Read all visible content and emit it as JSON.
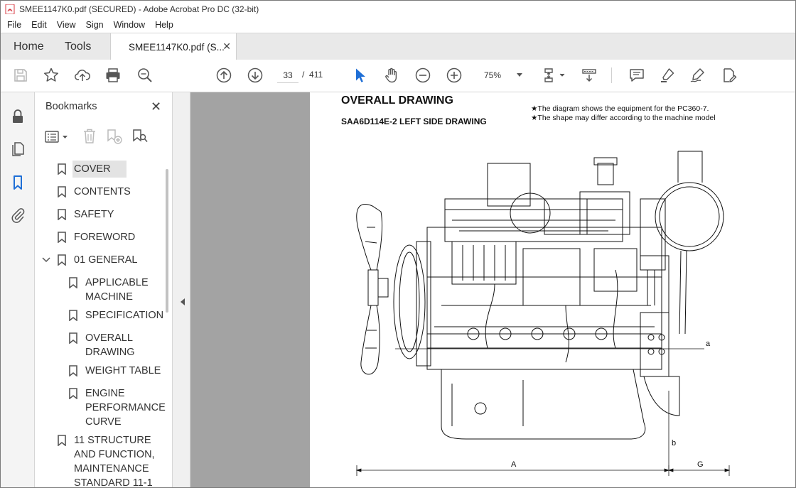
{
  "window": {
    "title": "SMEE1147K0.pdf (SECURED) - Adobe Acrobat Pro DC (32-bit)"
  },
  "menu": [
    "File",
    "Edit",
    "View",
    "Sign",
    "Window",
    "Help"
  ],
  "tabs": {
    "home": "Home",
    "tools": "Tools",
    "document": "SMEE1147K0.pdf (S...",
    "close_glyph": "✕"
  },
  "toolbar": {
    "current_page": "33",
    "page_separator": "/",
    "total_pages": "411",
    "zoom": "75%",
    "icons": [
      "save-icon",
      "bookmark-star-icon",
      "upload-icon",
      "print-icon",
      "find-icon",
      "prev-page-icon",
      "next-page-icon",
      "select-pointer-icon",
      "hand-icon",
      "zoom-out-icon",
      "zoom-in-icon",
      "page-fit-icon",
      "scroll-mode-icon",
      "comment-icon",
      "highlight-icon",
      "sign-icon",
      "fill-sign-icon"
    ]
  },
  "rail": {
    "icons": [
      "lock-icon",
      "pages-icon",
      "bookmarks-icon",
      "attachment-icon"
    ]
  },
  "bookmarks": {
    "title": "Bookmarks",
    "close_glyph": "✕",
    "items": [
      {
        "label": "COVER"
      },
      {
        "label": "CONTENTS"
      },
      {
        "label": "SAFETY"
      },
      {
        "label": "FOREWORD"
      },
      {
        "label": "01 GENERAL"
      },
      {
        "label_1": "APPLICABLE",
        "label_2": "MACHINE"
      },
      {
        "label": "SPECIFICATION"
      },
      {
        "label_1": "OVERALL",
        "label_2": "DRAWING"
      },
      {
        "label": "WEIGHT TABLE"
      },
      {
        "label_1": "ENGINE",
        "label_2": "PERFORMANCE",
        "label_3": "CURVE"
      },
      {
        "label_1": "11 STRUCTURE",
        "label_2": "AND FUNCTION,",
        "label_3": "MAINTENANCE",
        "label_4": "STANDARD 11-1"
      }
    ]
  },
  "document": {
    "heading": "OVERALL DRAWING",
    "subheading": "SAA6D114E-2 LEFT SIDE DRAWING",
    "note_1": "★The diagram shows the equipment for the PC360-7.",
    "note_2": "★The shape may differ according to the machine model",
    "dim_a_lower": "a",
    "dim_b_lower": "b",
    "dim_A": "A",
    "dim_G": "G"
  }
}
